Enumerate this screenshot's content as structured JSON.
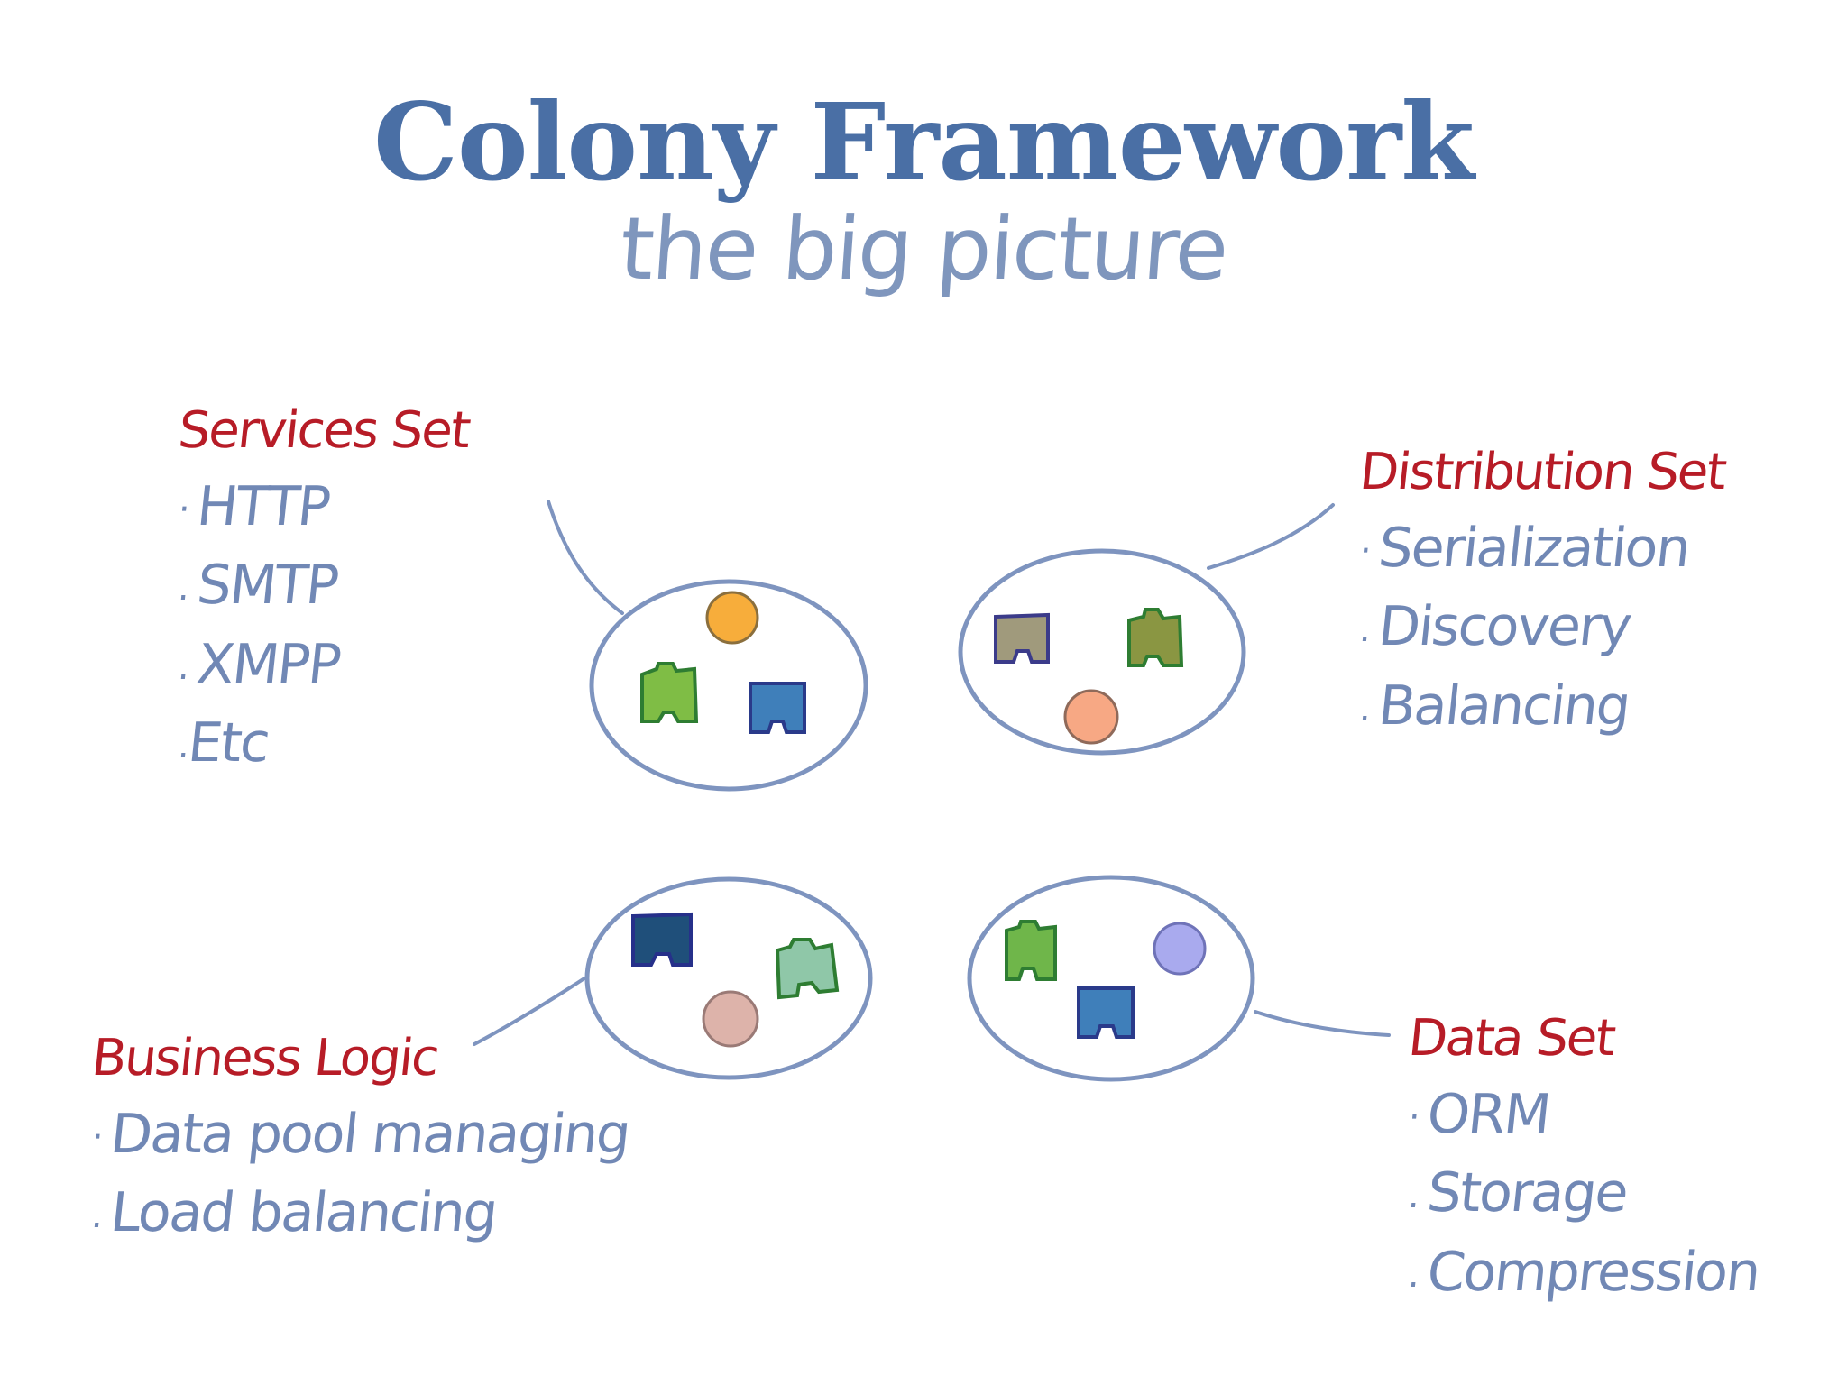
{
  "title": "Colony Framework",
  "subtitle": "the big picture",
  "groups": {
    "services": {
      "title": "Services Set",
      "items": [
        "HTTP",
        "SMTP",
        "XMPP",
        "Etc"
      ]
    },
    "distribution": {
      "title": "Distribution Set",
      "items": [
        "Serialization",
        "Discovery",
        "Balancing"
      ]
    },
    "business": {
      "title": "Business Logic",
      "items": [
        "Data pool managing",
        "Load balancing"
      ]
    },
    "data": {
      "title": "Data Set",
      "items": [
        "ORM",
        "Storage",
        "Compression"
      ]
    }
  },
  "colors": {
    "title": "#4a6fa5",
    "subtitle": "#7f96bd",
    "heading": "#b71c27",
    "list_text": "#7188b5",
    "outline": "#7e94bf"
  }
}
